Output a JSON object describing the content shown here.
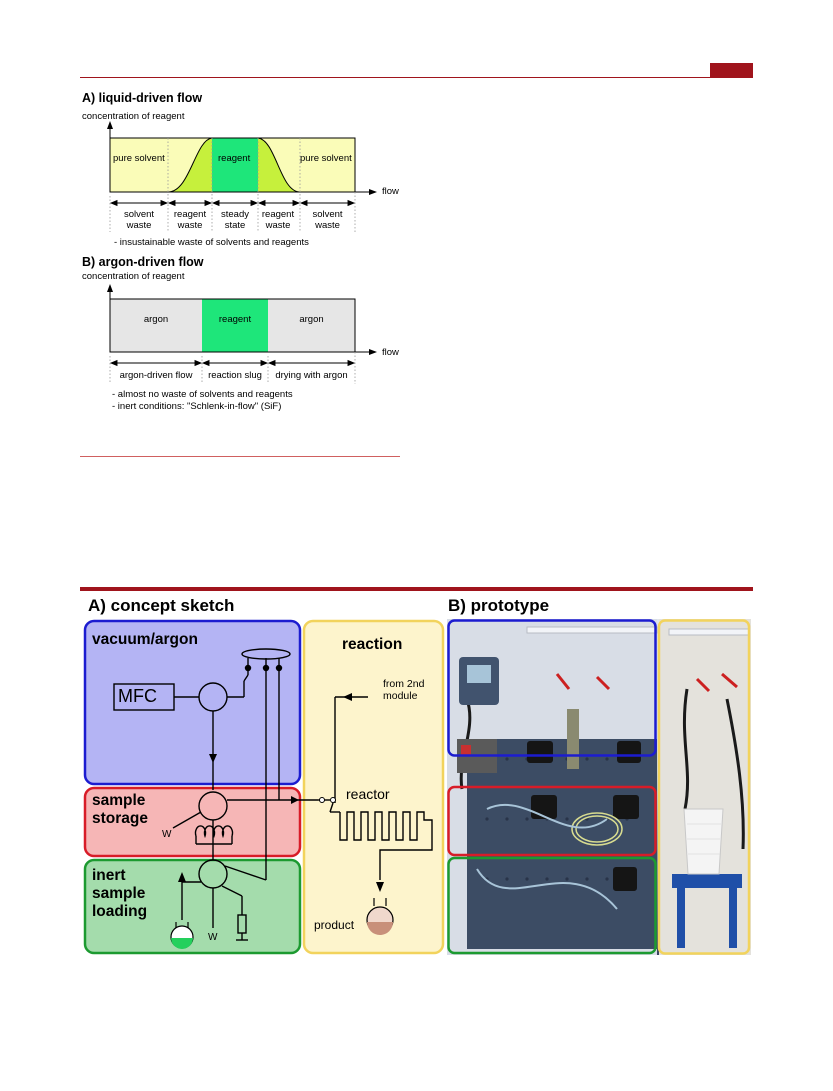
{
  "panelA": {
    "title": "A) liquid-driven flow",
    "ylabel": "concentration of reagent",
    "xlabel": "flow",
    "regions": [
      "pure solvent",
      "reagent",
      "pure solvent"
    ],
    "segments": [
      {
        "line1": "solvent",
        "line2": "waste"
      },
      {
        "line1": "reagent",
        "line2": "waste"
      },
      {
        "line1": "steady",
        "line2": "state"
      },
      {
        "line1": "reagent",
        "line2": "waste"
      },
      {
        "line1": "solvent",
        "line2": "waste"
      }
    ],
    "note": "- insustainable waste of solvents and reagents"
  },
  "panelB": {
    "title": "B) argon-driven flow",
    "ylabel": "concentration of reagent",
    "xlabel": "flow",
    "regions": [
      "argon",
      "reagent",
      "argon"
    ],
    "segments": [
      "argon-driven flow",
      "reaction slug",
      "drying with argon"
    ],
    "notes": [
      "- almost no waste of solvents and reagents",
      "- inert conditions: \"Schlenk-in-flow\" (SiF)"
    ]
  },
  "figure2": {
    "titleA": "A) concept sketch",
    "titleB": "B) prototype",
    "boxes": {
      "vacuum": "vacuum/argon",
      "storage_line1": "sample",
      "storage_line2": "storage",
      "loading_line1": "inert",
      "loading_line2": "sample",
      "loading_line3": "loading",
      "reaction": "reaction"
    },
    "labels": {
      "mfc": "MFC",
      "from_line1": "from 2nd",
      "from_line2": "module",
      "reactor": "reactor",
      "waste1": "W",
      "waste2": "W",
      "product": "product"
    }
  },
  "colors": {
    "accent": "#a0141c",
    "pale_yellow": "#fafcb8",
    "lime": "#c6f03c",
    "green": "#1ee67a",
    "argon_grey": "#e6e6e6",
    "vacuum_box": "#b4b4f4",
    "storage_box": "#f6b6b6",
    "loading_box": "#a4dcac",
    "reaction_box": "#fdf4cc"
  }
}
